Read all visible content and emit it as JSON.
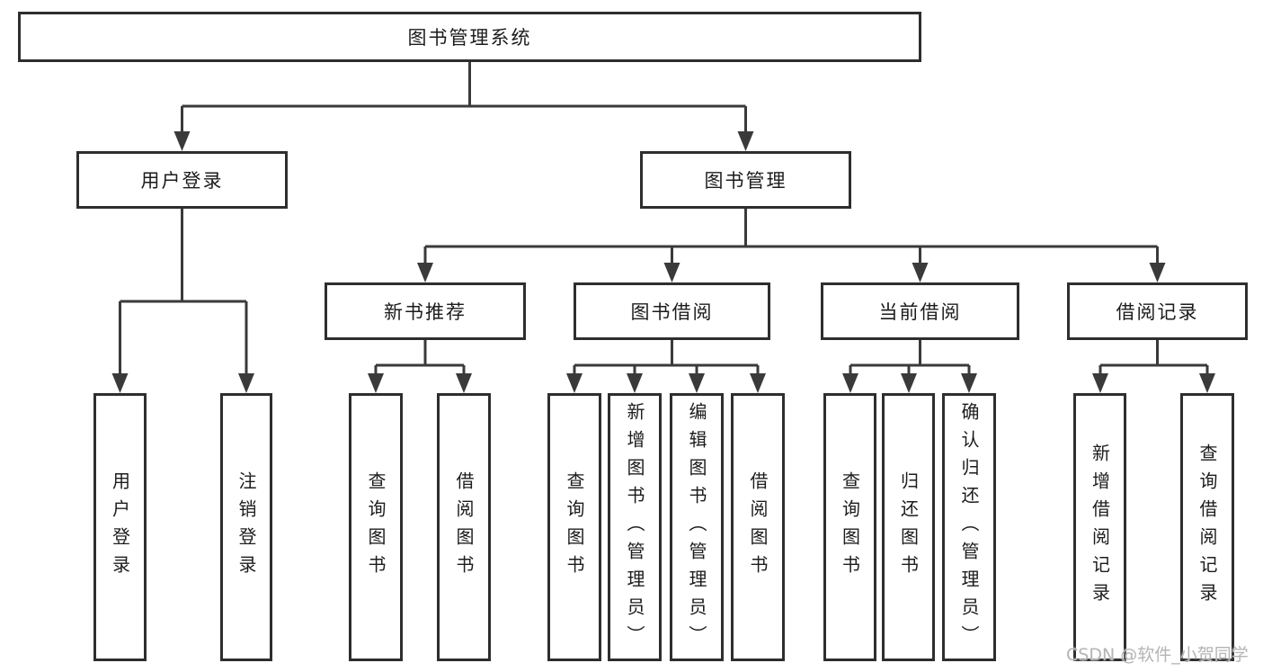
{
  "diagram": {
    "root": {
      "label": "图书管理系统"
    },
    "level2": {
      "user_login": {
        "label": "用户登录"
      },
      "book_manage": {
        "label": "图书管理"
      }
    },
    "level3": {
      "new_books": {
        "label": "新书推荐"
      },
      "book_borrow": {
        "label": "图书借阅"
      },
      "current_borrow": {
        "label": "当前借阅"
      },
      "borrow_records": {
        "label": "借阅记录"
      }
    },
    "leaves": {
      "user_login": [
        "用户登录",
        "注销登录"
      ],
      "new_books": [
        "查询图书",
        "借阅图书"
      ],
      "book_borrow": [
        "查询图书",
        "新增图书（管理员）",
        "编辑图书（管理员）",
        "借阅图书"
      ],
      "current_borrow": [
        "查询图书",
        "归还图书",
        "确认归还（管理员）"
      ],
      "borrow_records": [
        "新增借阅记录",
        "查询借阅记录"
      ]
    },
    "watermark": "CSDN @软件_小贺同学",
    "colors": {
      "line": "#3a3a3a",
      "box_border": "#2e2e2e",
      "text": "#1c1c1c",
      "watermark": "#b4b4b4",
      "background": "#ffffff"
    }
  }
}
